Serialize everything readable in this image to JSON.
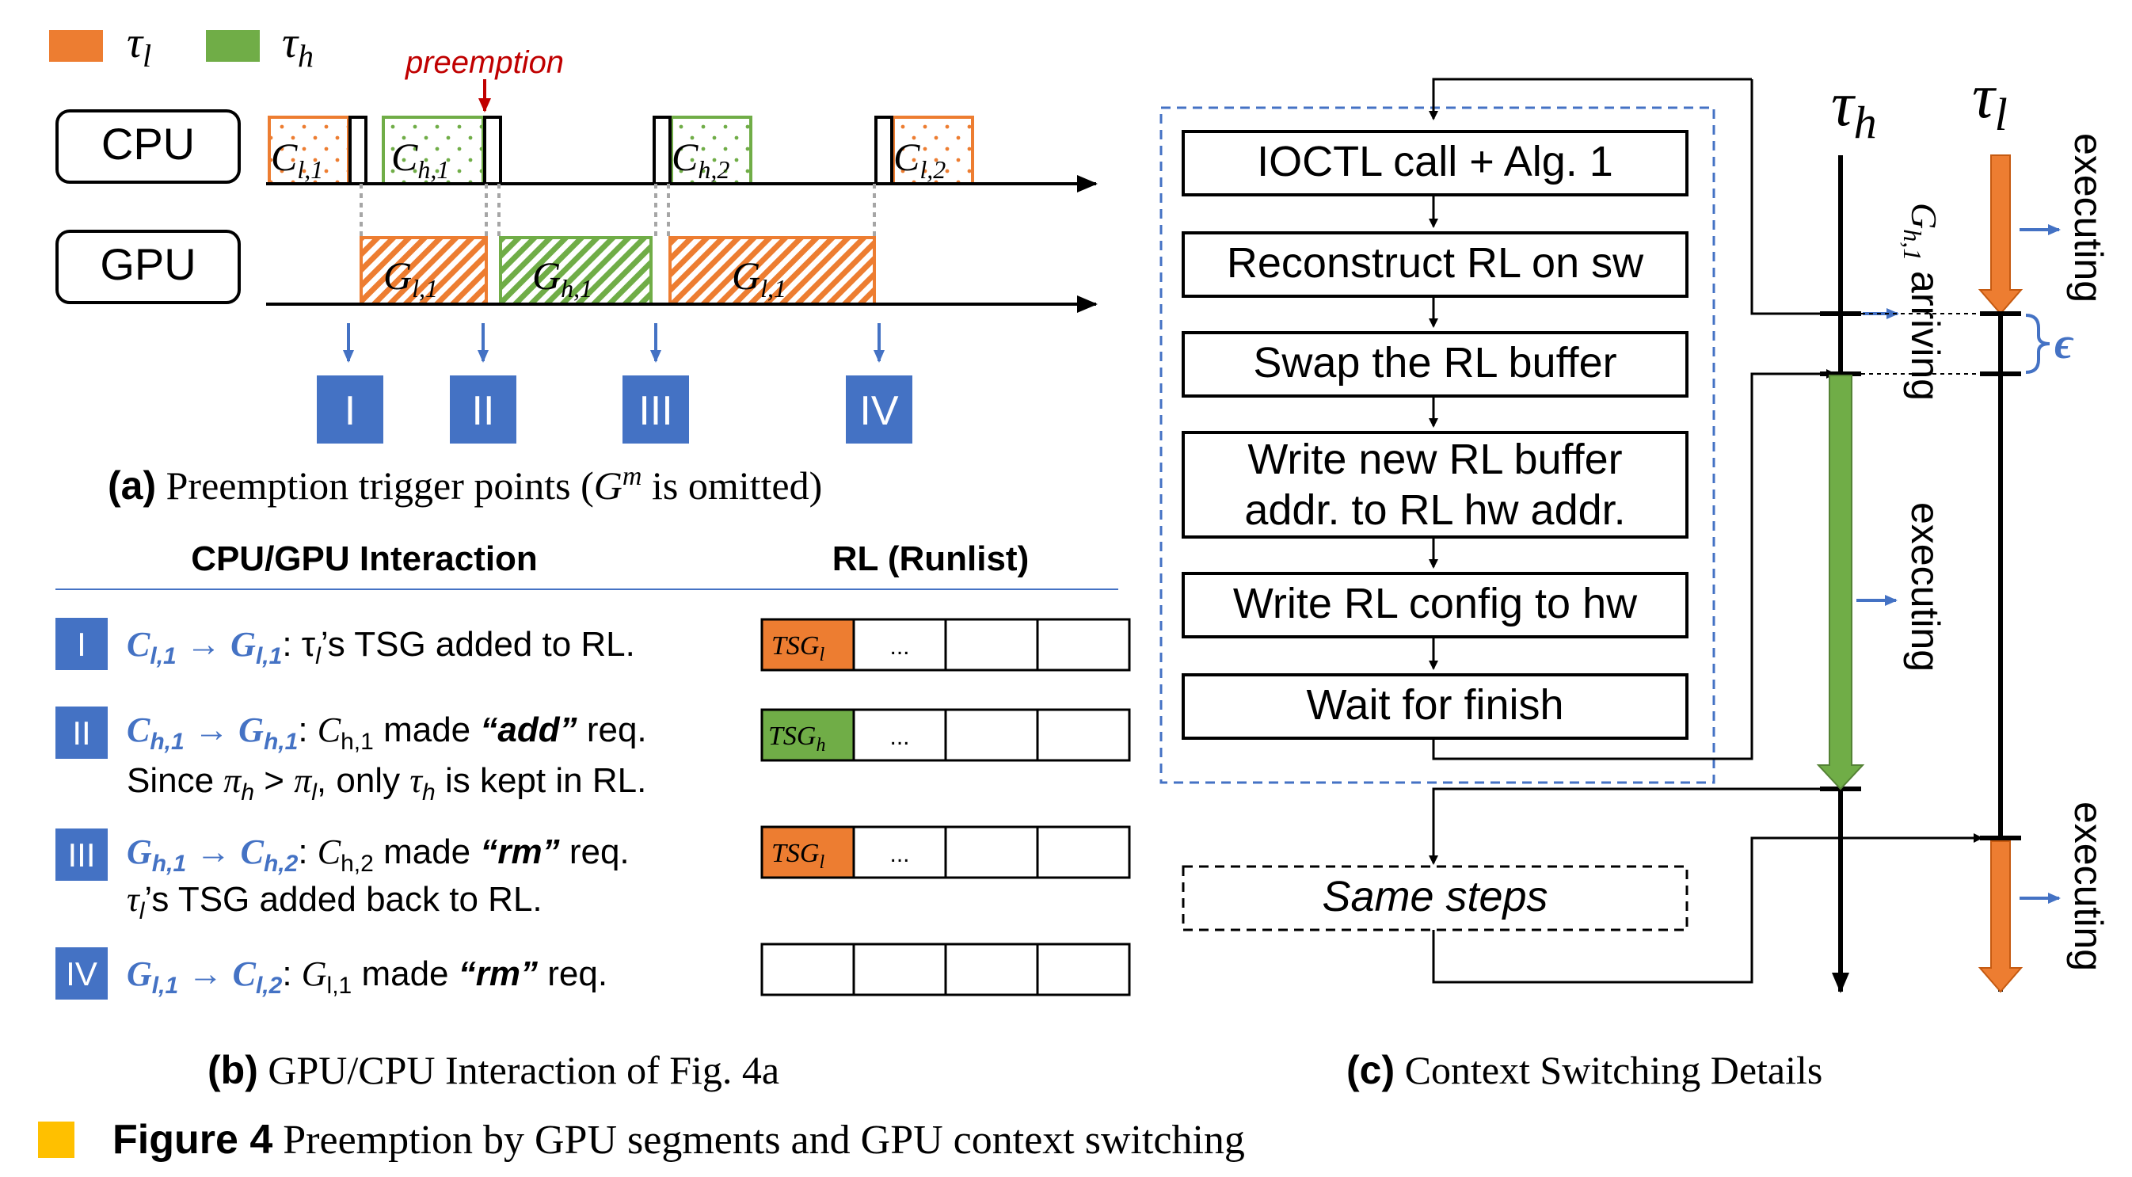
{
  "colors": {
    "orange": "#ED7D31",
    "green": "#70AD47",
    "blue": "#4472C4",
    "red": "#C00000",
    "black": "#000000",
    "yellow": "#FFC000"
  },
  "legend": {
    "low": {
      "symbol": "τ",
      "sub": "l"
    },
    "high": {
      "symbol": "τ",
      "sub": "h"
    }
  },
  "panel_a": {
    "cpu_label": "CPU",
    "gpu_label": "GPU",
    "preemption_label": "preemption",
    "cpu_segments": [
      {
        "main": "C",
        "sub": "l,1",
        "color": "orange"
      },
      {
        "main": "C",
        "sub": "h,1",
        "color": "green"
      },
      {
        "main": "C",
        "sub": "h,2",
        "color": "green"
      },
      {
        "main": "C",
        "sub": "l,2",
        "color": "orange"
      }
    ],
    "gpu_segments": [
      {
        "main": "G",
        "sub": "l,1",
        "color": "orange"
      },
      {
        "main": "G",
        "sub": "h,1",
        "color": "green"
      },
      {
        "main": "G",
        "sub": "l,1",
        "color": "orange"
      }
    ],
    "trigger_points": [
      "I",
      "II",
      "III",
      "IV"
    ],
    "caption_label": "(a)",
    "caption_text": "Preemption trigger points (",
    "caption_math": "G",
    "caption_sup": "m",
    "caption_end": " is omitted)"
  },
  "panel_b": {
    "header_left": "CPU/GPU Interaction",
    "header_right": "RL (Runlist)",
    "rows": [
      {
        "id": "I",
        "line1_rest": ": τ_l’s TSG added to RL.",
        "line2": "",
        "rl_first": "TSG_l",
        "rl_second": "..."
      },
      {
        "id": "II",
        "line1_rest": ": C_h,1 made “add” req.",
        "line2": "Since π_h > π_l, only τ_h is kept in RL.",
        "rl_first": "TSG_h",
        "rl_second": "..."
      },
      {
        "id": "III",
        "line1_rest": ": C_h,2 made “rm” req.",
        "line2": "τ_l’s TSG added back to RL.",
        "rl_first": "TSG_l",
        "rl_second": "..."
      },
      {
        "id": "IV",
        "line1_rest": ": G_l,1 made “rm” req.",
        "line2": "",
        "rl_first": "",
        "rl_second": ""
      }
    ],
    "caption_label": "(b)",
    "caption_text": "GPU/CPU Interaction of Fig. 4a"
  },
  "panel_c": {
    "steps": [
      "IOCTL call + Alg. 1",
      "Reconstruct RL on sw",
      "Swap the RL buffer",
      "Write new RL buffer",
      "addr. to RL hw addr.",
      "Write RL config to hw",
      "Wait for finish"
    ],
    "same_steps": "Same steps",
    "tau_h": {
      "symbol": "τ",
      "sub": "h"
    },
    "tau_l": {
      "symbol": "τ",
      "sub": "l"
    },
    "executing": "executing",
    "arriving": "arriving",
    "g_h1_main": "G",
    "g_h1_sub": "h,1",
    "epsilon": "ϵ",
    "caption_label": "(c)",
    "caption_text": "Context Switching Details"
  },
  "figure": {
    "label": "Figure 4",
    "title": "Preemption by GPU segments and GPU context switching"
  }
}
